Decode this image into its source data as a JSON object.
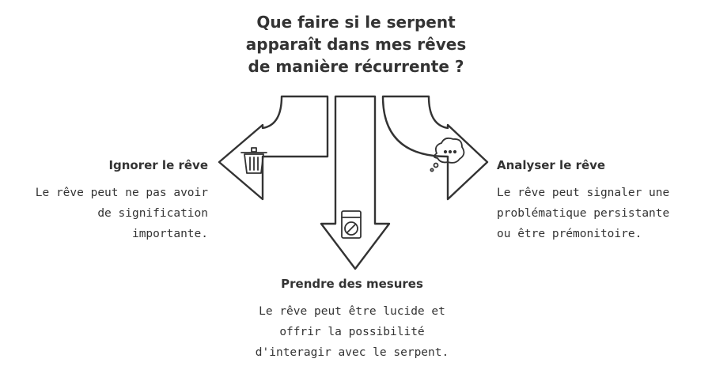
{
  "title": "Que faire si le serpent\napparaît dans mes rêves\nde manière récurrente ?",
  "options": {
    "left": {
      "title": "Ignorer le rêve",
      "description": "Le rêve peut ne pas avoir\nde signification\nimportante.",
      "icon": "trash-icon"
    },
    "bottom": {
      "title": "Prendre des mesures",
      "description": "Le rêve peut être lucide et\noffrir la possibilité\nd'interagir avec le serpent.",
      "icon": "no-entry-sign-icon"
    },
    "right": {
      "title": "Analyser le rêve",
      "description": "Le rêve peut signaler une\nproblématique persistante\nou être prémonitoire.",
      "icon": "thought-bubble-icon"
    }
  },
  "colors": {
    "stroke": "#333333",
    "fill": "#ffffff",
    "text": "#333333"
  }
}
